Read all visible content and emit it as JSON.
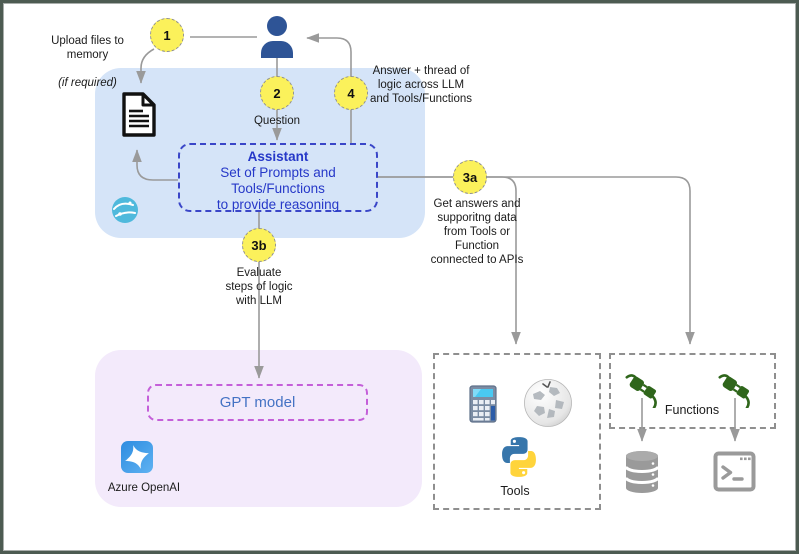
{
  "notes": {
    "upload": "Upload files to\nmemory",
    "upload_req": "(if required)",
    "question": "Question",
    "answer": "Answer + thread of\nlogic across LLM\nand Tools/Functions",
    "get_answers": "Get answers and\nsupporitng data\nfrom Tools or\nFunction\nconnected to APIs",
    "evaluate": "Evaluate\nsteps of logic\nwith LLM"
  },
  "badges": {
    "step1": "1",
    "step2": "2",
    "step4": "4",
    "step3a": "3a",
    "step3b": "3b"
  },
  "assistant": {
    "title": "Assistant",
    "body": "Set of Prompts and\nTools/Functions\nto provide reasoning"
  },
  "gpt_box": {
    "label": "GPT model"
  },
  "azure": {
    "label": "Azure OpenAI"
  },
  "tools_box": {
    "label": "Tools"
  },
  "functions_box": {
    "label": "Functions"
  },
  "icons": {
    "person": "person-icon",
    "document": "document-icon",
    "globe": "globe-icon",
    "azure_openai": "azure-openai-icon",
    "calculator": "calculator-icon",
    "wikipedia": "wikipedia-icon",
    "python": "python-icon",
    "plug_left": "plug-icon",
    "plug_right": "plug-icon",
    "database": "database-icon",
    "terminal": "terminal-icon"
  },
  "colors": {
    "badge_fill": "#FBF15B",
    "blue_panel": "#D5E4F8",
    "purple_panel": "#F3EAFB",
    "assistant_border": "#3A46C8",
    "assistant_text": "#2638C8",
    "gpt_border": "#C45FD9",
    "gpt_text": "#4472C4",
    "arrow_gray": "#9a9a9a",
    "person_blue": "#2E5496",
    "globe_blue": "#4FB9DC",
    "plug_green": "#2F661B",
    "frame_dark": "#4D5B52"
  }
}
